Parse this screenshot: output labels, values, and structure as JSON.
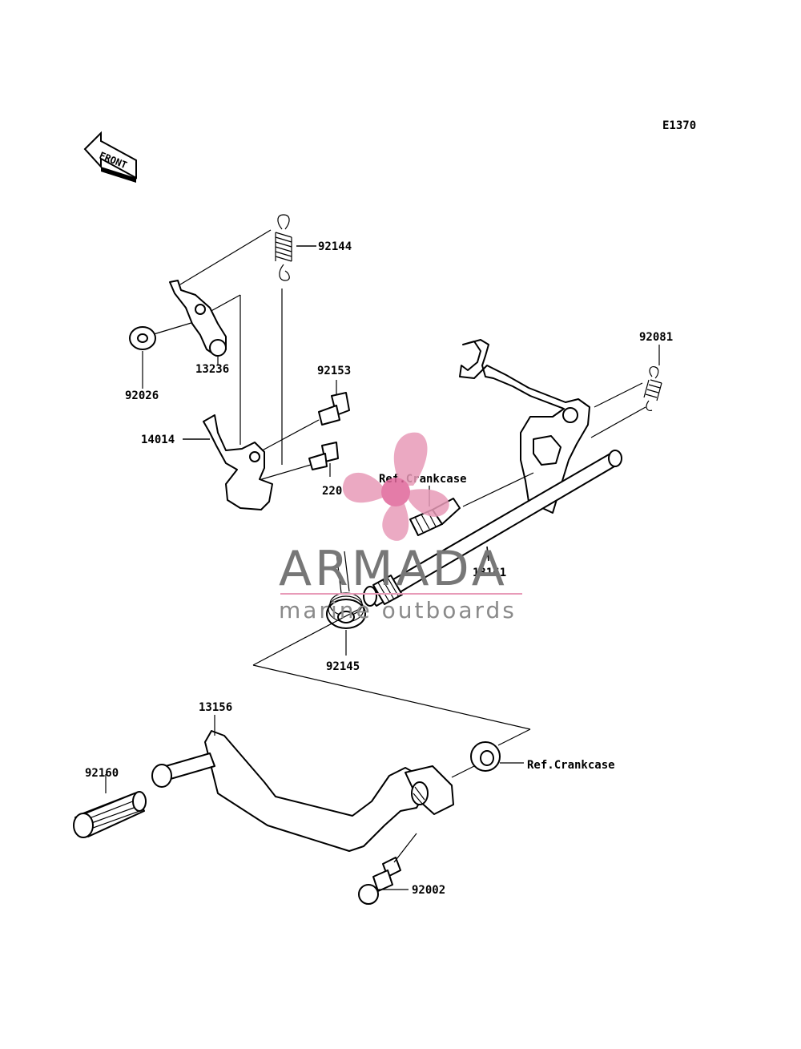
{
  "figure": {
    "diagram_code": "E1370",
    "direction_label": "FRONT"
  },
  "parts": [
    {
      "key": "92144",
      "label": "92144"
    },
    {
      "key": "92026",
      "label": "92026"
    },
    {
      "key": "13236",
      "label": "13236"
    },
    {
      "key": "92153",
      "label": "92153"
    },
    {
      "key": "14014",
      "label": "14014"
    },
    {
      "key": "220",
      "label": "220"
    },
    {
      "key": "92081",
      "label": "92081"
    },
    {
      "key": "ref1",
      "label": "Ref.Crankcase"
    },
    {
      "key": "13161",
      "label": "13161"
    },
    {
      "key": "92145",
      "label": "92145"
    },
    {
      "key": "13156",
      "label": "13156"
    },
    {
      "key": "92160",
      "label": "92160"
    },
    {
      "key": "ref2",
      "label": "Ref.Crankcase"
    },
    {
      "key": "92002",
      "label": "92002"
    }
  ],
  "watermark": {
    "brand": "ARMADA",
    "tagline": "marine outboards",
    "colors": {
      "logo": "#e89bb8",
      "logo_center": "#e0669a",
      "text": "#777777",
      "rule": "#e89bb8"
    }
  }
}
